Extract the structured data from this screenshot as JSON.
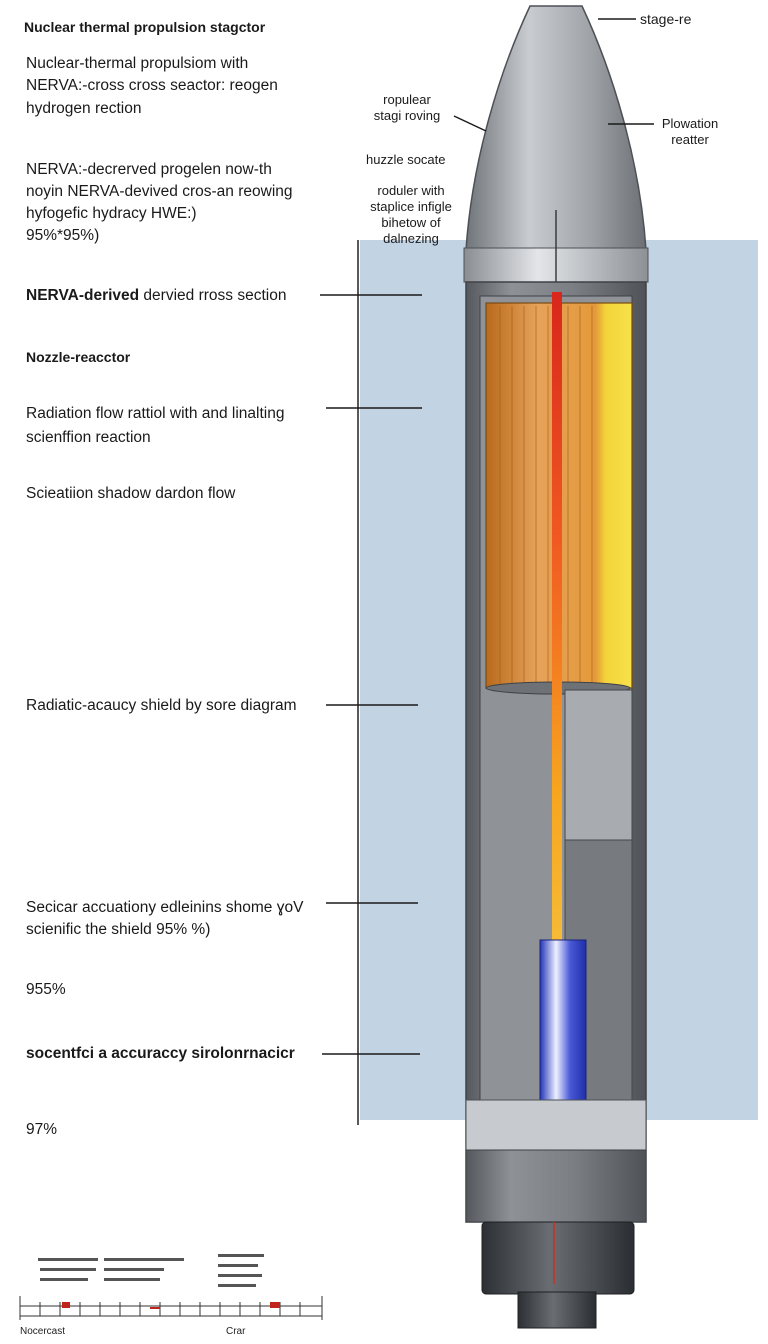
{
  "left_labels": [
    {
      "id": "title",
      "text": "Nuclear thermal propulsion stagctor",
      "bold": true
    },
    {
      "id": "intro1",
      "text": "Nuclear-thermal propulsiom with"
    },
    {
      "id": "intro2",
      "text": "NERVA:-cross cross seactor: reogen"
    },
    {
      "id": "intro3",
      "text": "hydrogen rection"
    },
    {
      "id": "nerva1",
      "text": "NERVA:-decrerved progelen now-th"
    },
    {
      "id": "nerva2",
      "text": "noyin NERVA-devived cros-an reowing"
    },
    {
      "id": "nerva3",
      "text": "hyfogefic hydracy HWE:)"
    },
    {
      "id": "nerva4",
      "text": "95%*95%)"
    },
    {
      "id": "xsection_bold",
      "text": "NERVA-derived"
    },
    {
      "id": "xsection_rest",
      "text": " dervied rross section"
    },
    {
      "id": "nozzle",
      "text": "Nozzle-reacctor",
      "bold": true
    },
    {
      "id": "radflow1",
      "text": "Radiation flow rattiol with and linalting"
    },
    {
      "id": "radflow2",
      "text": "scienffion reaction"
    },
    {
      "id": "shadow",
      "text": "Scieatiion shadow dardon flow"
    },
    {
      "id": "shield",
      "text": "Radiatic-acaucy shield by sore diagram"
    },
    {
      "id": "secicar1",
      "text": "Secicar accuationy edleinins shome ɣoV"
    },
    {
      "id": "secicar2",
      "text": "scienific the shield 95%  %)"
    },
    {
      "id": "pct1",
      "text": "955%"
    },
    {
      "id": "socentfi",
      "text": "socentfci a accuraccy sirolonrnacicr"
    },
    {
      "id": "pct2",
      "text": "97%"
    }
  ],
  "right_labels": {
    "stage_re": "stage-re",
    "ropulear1": "ropulear",
    "ropulear2": "stagi roving",
    "plowation1": "Plowation",
    "plowation2": "reatter",
    "huzzle": "huzzle socate",
    "roduler1": "roduler with",
    "roduler2": "staplice infigle",
    "roduler3": "bihetow of",
    "roduler4": "dalnezing"
  },
  "scale": {
    "left_caption": "Nocercast",
    "right_caption": "Crar"
  },
  "colors": {
    "background_panel": "#bfd0e2",
    "nose_cone": "#a9adb2",
    "body": "#8b8f94",
    "core_orange": "#d98a2e",
    "core_yellow": "#f2d43a",
    "flame": "#e8492a",
    "blue_element": "#3848c8"
  }
}
